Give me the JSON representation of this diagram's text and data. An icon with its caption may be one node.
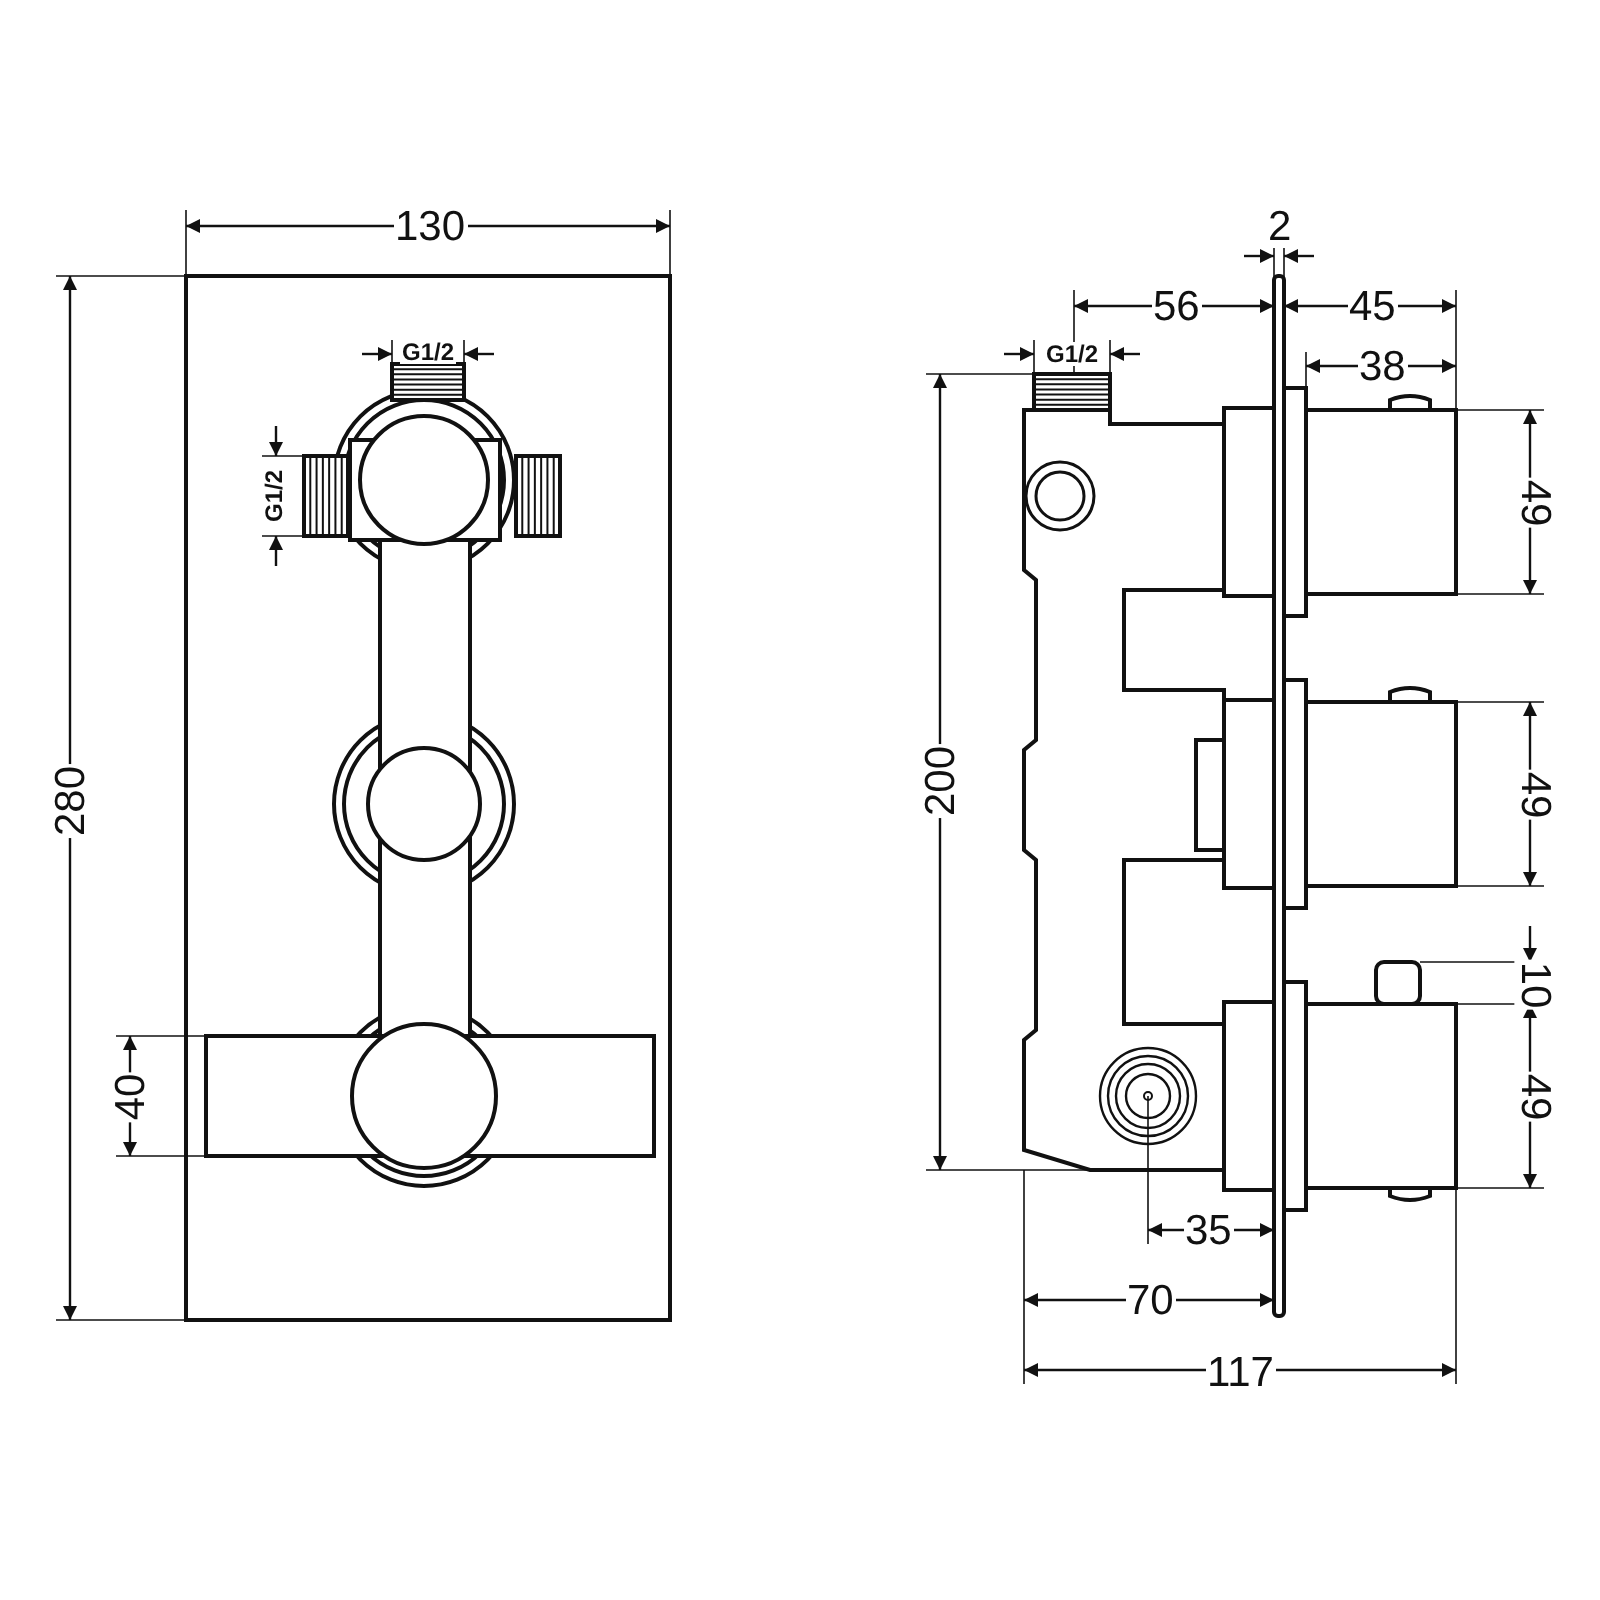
{
  "diagram": {
    "labels": [
      "130",
      "2",
      "56",
      "45",
      "G1/2",
      "G1/2",
      "38",
      "G1/2",
      "49",
      "280",
      "200",
      "49",
      "10",
      "40",
      "49",
      "35",
      "70",
      "117"
    ]
  }
}
